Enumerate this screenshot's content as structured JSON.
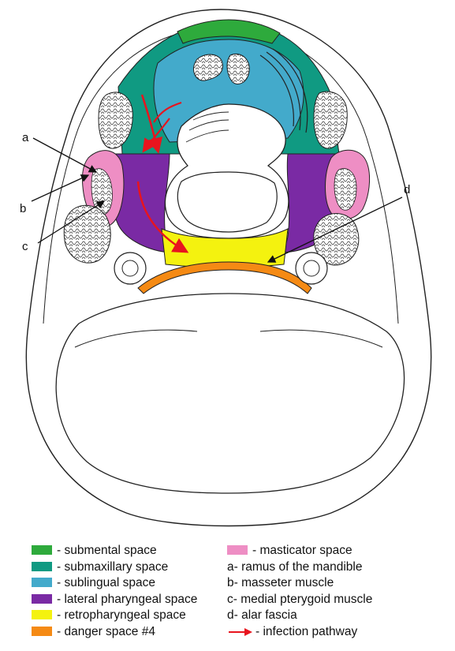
{
  "callouts": {
    "a": "a",
    "b": "b",
    "c": "c",
    "d": "d"
  },
  "legend": {
    "left": [
      {
        "color": "#2eaa3c",
        "label": "- submental space"
      },
      {
        "color": "#109a82",
        "label": "- submaxillary space"
      },
      {
        "color": "#43aacb",
        "label": "- sublingual space"
      },
      {
        "color": "#7a2aa4",
        "label": "- lateral pharyngeal space"
      },
      {
        "color": "#f4f20f",
        "label": "- retropharyngeal space"
      },
      {
        "color": "#f58a14",
        "label": "- danger space #4"
      }
    ],
    "right": [
      {
        "color": "#ee8ec4",
        "label": "- masticator space"
      },
      {
        "label": "a- ramus of the mandible"
      },
      {
        "label": "b- masseter muscle"
      },
      {
        "label": "c- medial pterygoid muscle"
      },
      {
        "label": "d- alar fascia"
      },
      {
        "arrow_color": "#e8141e",
        "label": "- infection pathway"
      }
    ]
  }
}
